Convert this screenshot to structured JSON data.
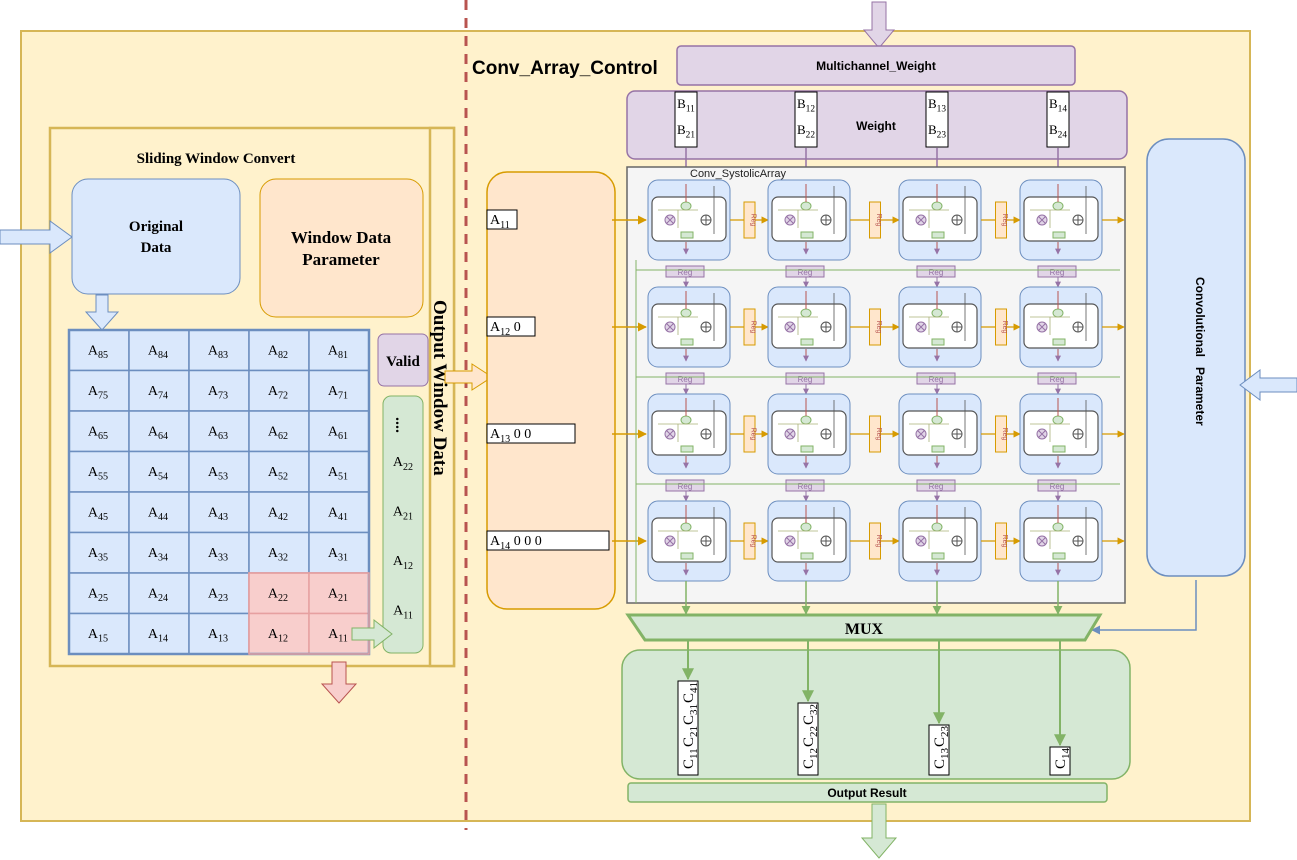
{
  "colors": {
    "panel_fill": "#fff2cc",
    "panel_stroke": "#d6b656",
    "blue_fill": "#dae8fc",
    "blue_stroke": "#6c8ebf",
    "orange_fill": "#ffe6cc",
    "orange_stroke": "#d79b00",
    "purple_fill": "#e1d5e7",
    "purple_stroke": "#9673a6",
    "green_fill": "#d5e8d4",
    "green_stroke": "#82b366",
    "red_fill": "#f8cecc",
    "red_stroke": "#b85450",
    "divider": "#b85450"
  },
  "titles": {
    "conv_array_control": "Conv_Array_Control",
    "sliding_window_convert": "Sliding Window Convert",
    "original_data_1": "Original",
    "original_data_2": "Data",
    "window_param_1": "Window Data",
    "window_param_2": "Parameter",
    "output_window_data": "Output Window Data",
    "valid": "Valid",
    "multichannel_weight": "Multichannel_Weight",
    "weight": "Weight",
    "systolic_array": "Conv_SystolicArray",
    "convolutional_parameter": "Convolutional   Parameter",
    "mux": "MUX",
    "output_result": "Output Result",
    "reg": "Reg"
  },
  "matrix": [
    [
      {
        "b": "A",
        "s": "85"
      },
      {
        "b": "A",
        "s": "84"
      },
      {
        "b": "A",
        "s": "83"
      },
      {
        "b": "A",
        "s": "82"
      },
      {
        "b": "A",
        "s": "81"
      }
    ],
    [
      {
        "b": "A",
        "s": "75"
      },
      {
        "b": "A",
        "s": "74"
      },
      {
        "b": "A",
        "s": "73"
      },
      {
        "b": "A",
        "s": "72"
      },
      {
        "b": "A",
        "s": "71"
      }
    ],
    [
      {
        "b": "A",
        "s": "65"
      },
      {
        "b": "A",
        "s": "64"
      },
      {
        "b": "A",
        "s": "63"
      },
      {
        "b": "A",
        "s": "62"
      },
      {
        "b": "A",
        "s": "61"
      }
    ],
    [
      {
        "b": "A",
        "s": "55"
      },
      {
        "b": "A",
        "s": "54"
      },
      {
        "b": "A",
        "s": "53"
      },
      {
        "b": "A",
        "s": "52"
      },
      {
        "b": "A",
        "s": "51"
      }
    ],
    [
      {
        "b": "A",
        "s": "45"
      },
      {
        "b": "A",
        "s": "44"
      },
      {
        "b": "A",
        "s": "43"
      },
      {
        "b": "A",
        "s": "42"
      },
      {
        "b": "A",
        "s": "41"
      }
    ],
    [
      {
        "b": "A",
        "s": "35"
      },
      {
        "b": "A",
        "s": "34"
      },
      {
        "b": "A",
        "s": "33"
      },
      {
        "b": "A",
        "s": "32"
      },
      {
        "b": "A",
        "s": "31"
      }
    ],
    [
      {
        "b": "A",
        "s": "25"
      },
      {
        "b": "A",
        "s": "24"
      },
      {
        "b": "A",
        "s": "23"
      },
      {
        "b": "A",
        "s": "22",
        "hl": true
      },
      {
        "b": "A",
        "s": "21",
        "hl": true
      }
    ],
    [
      {
        "b": "A",
        "s": "15"
      },
      {
        "b": "A",
        "s": "14"
      },
      {
        "b": "A",
        "s": "13"
      },
      {
        "b": "A",
        "s": "12",
        "hl": true
      },
      {
        "b": "A",
        "s": "11",
        "hl": true
      }
    ]
  ],
  "window_column": {
    "dots": "....",
    "items": [
      {
        "b": "A",
        "s": "22"
      },
      {
        "b": "A",
        "s": "21"
      },
      {
        "b": "A",
        "s": "12"
      },
      {
        "b": "A",
        "s": "11"
      }
    ]
  },
  "weights": [
    {
      "top": {
        "b": "B",
        "s": "11"
      },
      "bottom": {
        "b": "B",
        "s": "21"
      }
    },
    {
      "top": {
        "b": "B",
        "s": "12"
      },
      "bottom": {
        "b": "B",
        "s": "22"
      }
    },
    {
      "top": {
        "b": "B",
        "s": "13"
      },
      "bottom": {
        "b": "B",
        "s": "23"
      }
    },
    {
      "top": {
        "b": "B",
        "s": "14"
      },
      "bottom": {
        "b": "B",
        "s": "24"
      }
    }
  ],
  "inputs": [
    {
      "b": "A",
      "s": "11",
      "tail": ""
    },
    {
      "b": "A",
      "s": "12",
      "tail": " 0"
    },
    {
      "b": "A",
      "s": "13",
      "tail": " 0     0"
    },
    {
      "b": "A",
      "s": "14",
      "tail": "  0   0   0"
    }
  ],
  "outputs": [
    [
      "C11",
      "C21",
      "C31",
      "C41"
    ],
    [
      "C12",
      "C22",
      "C32"
    ],
    [
      "C13",
      "C23"
    ],
    [
      "C14"
    ]
  ]
}
